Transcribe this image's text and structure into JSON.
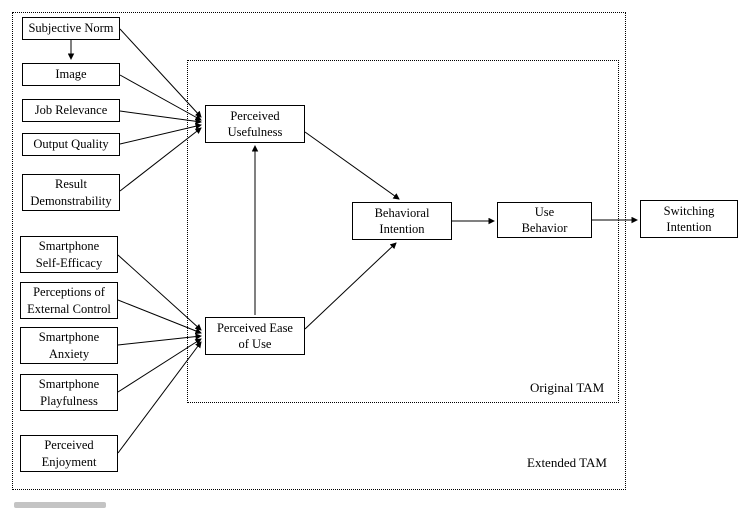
{
  "diagram": {
    "regions": {
      "original_tam": "Original TAM",
      "extended_tam": "Extended TAM"
    },
    "nodes": {
      "subjective_norm": "Subjective Norm",
      "image": "Image",
      "job_relevance": "Job Relevance",
      "output_quality": "Output Quality",
      "result_demonstrability": "Result\nDemonstrability",
      "smartphone_self_efficacy": "Smartphone\nSelf-Efficacy",
      "perceptions_external_control": "Perceptions of\nExternal Control",
      "smartphone_anxiety": "Smartphone\nAnxiety",
      "smartphone_playfulness": "Smartphone\nPlayfulness",
      "perceived_enjoyment": "Perceived\nEnjoyment",
      "perceived_usefulness": "Perceived\nUsefulness",
      "perceived_ease_of_use": "Perceived Ease\nof Use",
      "behavioral_intention": "Behavioral\nIntention",
      "use_behavior": "Use\nBehavior",
      "switching_intention": "Switching\nIntention"
    }
  }
}
